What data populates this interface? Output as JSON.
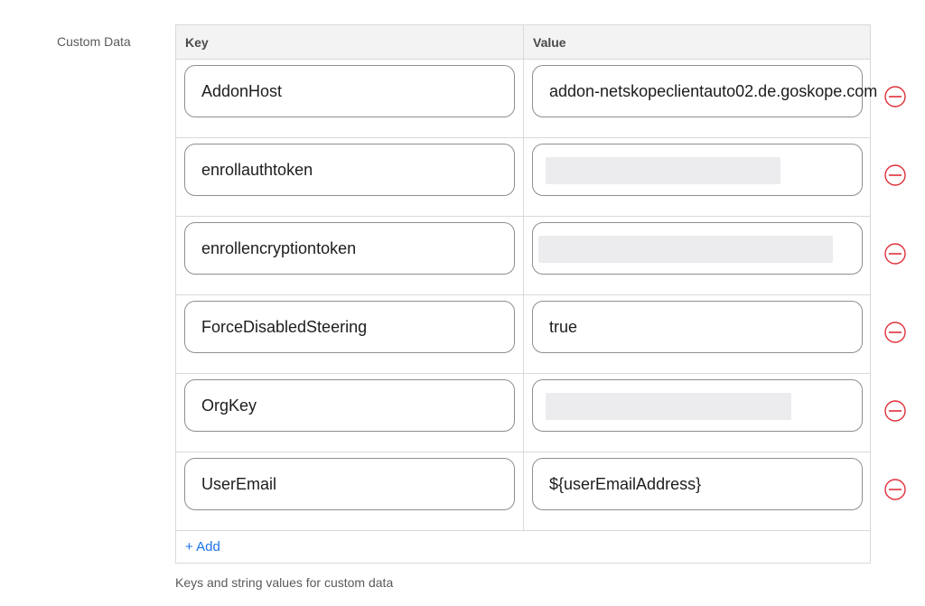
{
  "custom_data": {
    "label": "Custom Data",
    "columns": {
      "key": "Key",
      "value": "Value"
    },
    "rows": [
      {
        "key": "AddonHost",
        "value": "addon-netskopeclientauto02.de.goskope.com",
        "redacted": false
      },
      {
        "key": "enrollauthtoken",
        "value": "",
        "redacted": true
      },
      {
        "key": "enrollencryptiontoken",
        "value": "",
        "redacted": true
      },
      {
        "key": "ForceDisabledSteering",
        "value": "true",
        "redacted": false
      },
      {
        "key": "OrgKey",
        "value": "",
        "redacted": true
      },
      {
        "key": "UserEmail",
        "value": "${userEmailAddress}",
        "redacted": false
      }
    ],
    "add_label": "+ Add",
    "helper_text": "Keys and string values for custom data"
  },
  "icons": {
    "remove": "remove-circle-icon"
  },
  "colors": {
    "remove": "#e0303a",
    "link": "#1a73e8",
    "field_border": "#8e8e93",
    "table_border": "#d9d9d9",
    "header_bg": "#f3f3f3",
    "redaction": "#ececef"
  }
}
